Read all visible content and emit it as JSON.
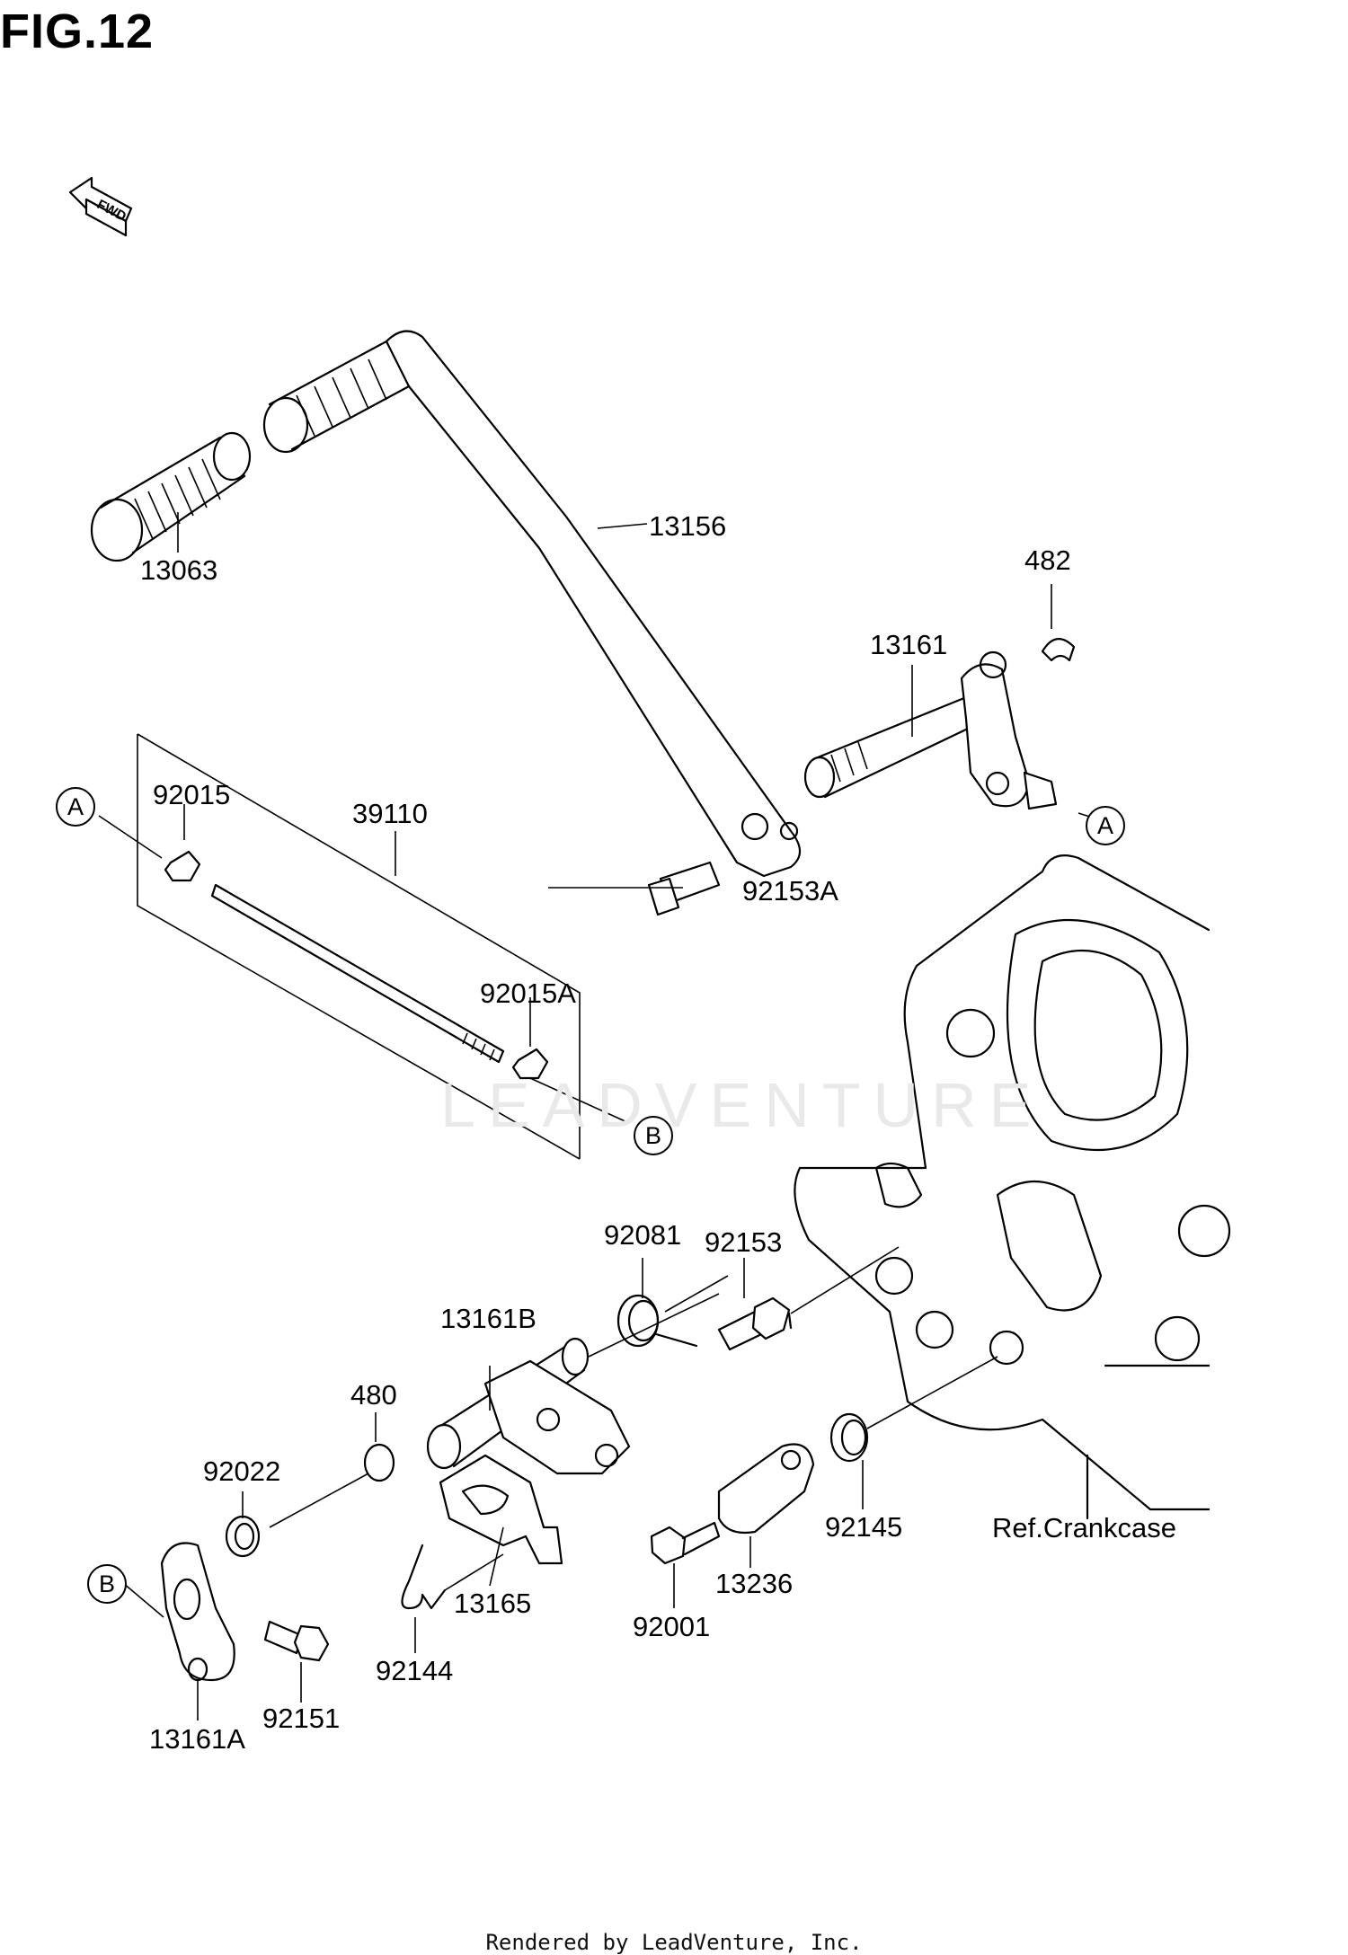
{
  "figure": {
    "title": "FIG.12"
  },
  "direction_marker": "FWD",
  "parts": [
    {
      "id": "13063",
      "label": "13063"
    },
    {
      "id": "13156",
      "label": "13156"
    },
    {
      "id": "482",
      "label": "482"
    },
    {
      "id": "13161",
      "label": "13161"
    },
    {
      "id": "92015",
      "label": "92015"
    },
    {
      "id": "39110",
      "label": "39110"
    },
    {
      "id": "92153A",
      "label": "92153A"
    },
    {
      "id": "92015A",
      "label": "92015A"
    },
    {
      "id": "92081",
      "label": "92081"
    },
    {
      "id": "92153",
      "label": "92153"
    },
    {
      "id": "13161B",
      "label": "13161B"
    },
    {
      "id": "480",
      "label": "480"
    },
    {
      "id": "92022",
      "label": "92022"
    },
    {
      "id": "13165",
      "label": "13165"
    },
    {
      "id": "92001",
      "label": "92001"
    },
    {
      "id": "13236",
      "label": "13236"
    },
    {
      "id": "92145",
      "label": "92145"
    },
    {
      "id": "92144",
      "label": "92144"
    },
    {
      "id": "92151",
      "label": "92151"
    },
    {
      "id": "13161A",
      "label": "13161A"
    }
  ],
  "reference_label": "Ref.Crankcase",
  "callouts": {
    "a": "A",
    "b": "B"
  },
  "watermark": "LEADVENTURE",
  "footer": "Rendered by LeadVenture, Inc."
}
